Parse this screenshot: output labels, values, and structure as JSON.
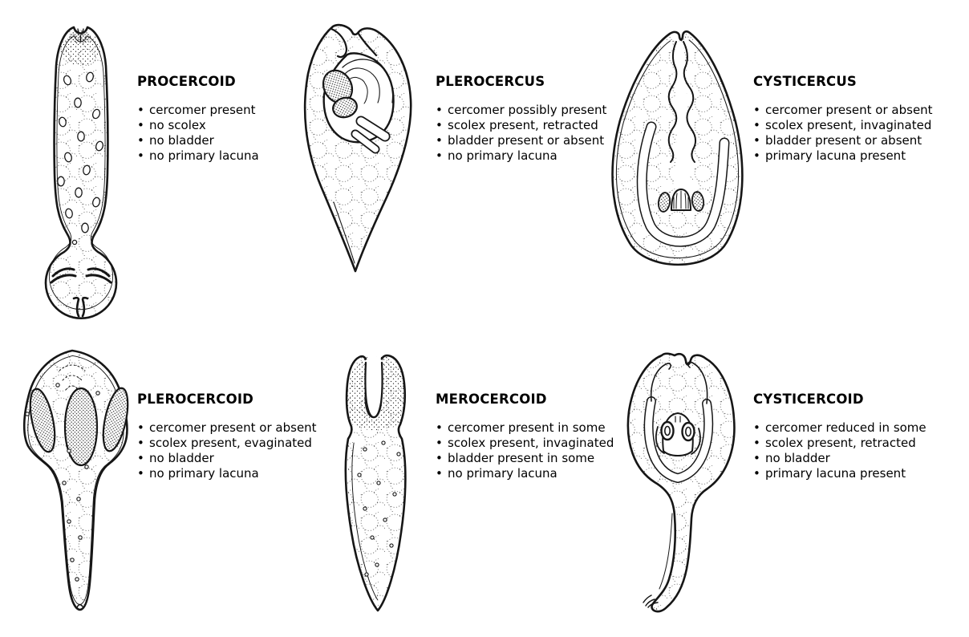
{
  "diagram": {
    "background": "#ffffff",
    "ink_color": "#161616",
    "text_color": "#000000",
    "sections": [
      {
        "title": "PROCERCOID",
        "bullets": [
          "cercomer present",
          "no scolex",
          "no bladder",
          "no primary lacuna"
        ]
      },
      {
        "title": "PLEROCERCUS",
        "bullets": [
          "cercomer possibly present",
          "scolex present, retracted",
          "bladder present or absent",
          "no primary lacuna"
        ]
      },
      {
        "title": "CYSTICERCUS",
        "bullets": [
          "cercomer present or absent",
          "scolex present, invaginated",
          "bladder present or absent",
          "primary lacuna present"
        ]
      },
      {
        "title": "PLEROCERCOID",
        "bullets": [
          "cercomer present or absent",
          "scolex present, evaginated",
          "no bladder",
          "no primary lacuna"
        ]
      },
      {
        "title": "MEROCERCOID",
        "bullets": [
          "cercomer present in some",
          "scolex present, invaginated",
          "bladder present in some",
          "no primary lacuna"
        ]
      },
      {
        "title": "CYSTICERCOID",
        "bullets": [
          "cercomer reduced in some",
          "scolex present, retracted",
          "no bladder",
          "primary lacuna present"
        ]
      }
    ]
  }
}
